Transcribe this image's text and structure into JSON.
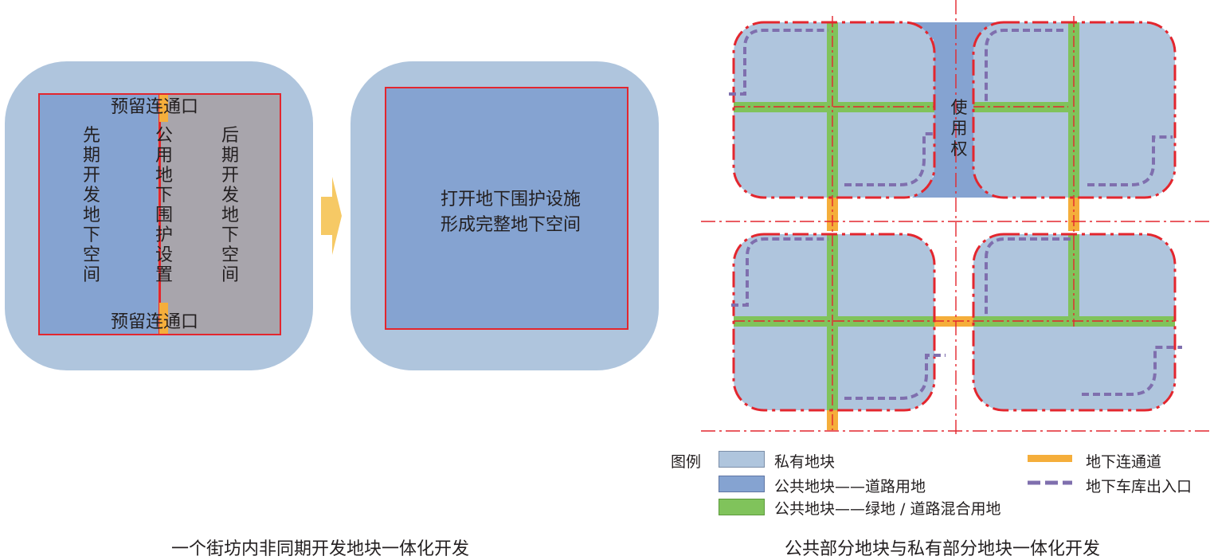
{
  "left_diagram": {
    "connector_top": "预留连通口",
    "connector_bottom": "预留连通口",
    "early_phase": "先期开发地下空间",
    "public_retaining": "公用地下围护设置",
    "later_phase": "后期开发地下空间",
    "result_line1": "打开地下围护设施",
    "result_line2": "形成完整地下空间",
    "caption": "一个街坊内非同期开发地块一体化开发"
  },
  "right_diagram": {
    "right_of_use": "使用权",
    "caption": "公共部分地块与私有部分地块一体化开发"
  },
  "legend": {
    "title": "图例",
    "items": [
      {
        "label": "私有地块",
        "color": "#afc5dd"
      },
      {
        "label": "公共地块——道路用地",
        "color": "#85a3d1"
      },
      {
        "label": "公共地块——绿地 / 道路混合用地",
        "color": "#80c35b"
      },
      {
        "label": "地下连通道",
        "color": "#f5ae3b"
      },
      {
        "label": "地下车库出入口",
        "color": "#7f6fae"
      }
    ]
  },
  "colors": {
    "private": "#afc5dd",
    "public_road": "#85a3d1",
    "green": "#80c35b",
    "passage": "#f5ae3b",
    "garage": "#7f6fae",
    "boundary": "#e3262e",
    "later_phase": "#a8a5ac",
    "arrow": "#f6c965"
  }
}
